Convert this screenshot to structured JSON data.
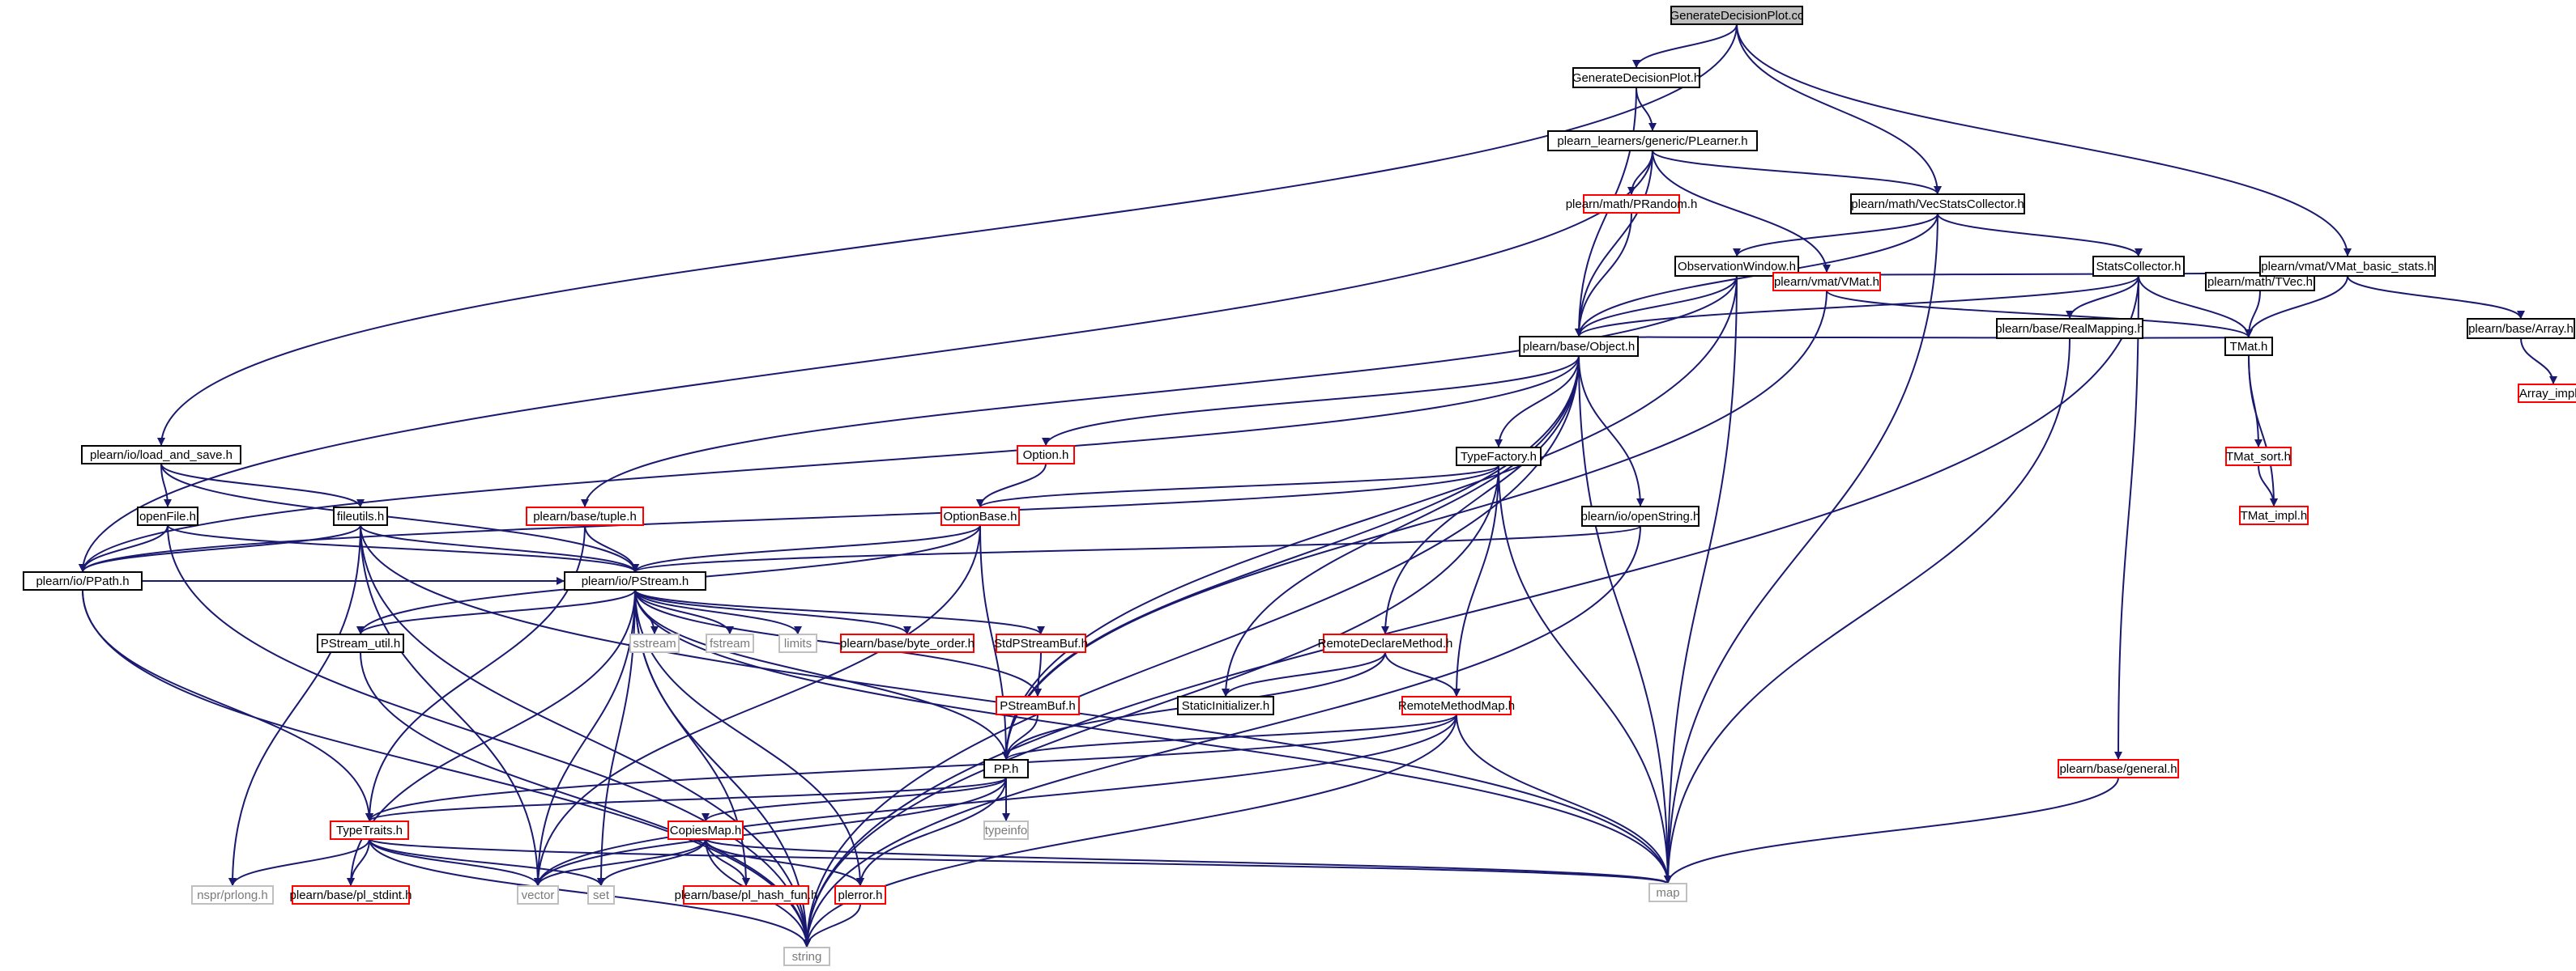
{
  "colors": {
    "edge": "#191970",
    "border_normal": "#000000",
    "border_red": "#ff0000",
    "border_gray": "#bfbfbf",
    "root_fill": "#bfbfbf"
  },
  "nodes": [
    {
      "id": "root",
      "label": "GenerateDecisionPlot.cc",
      "style": "root"
    },
    {
      "id": "gdp_h",
      "label": "GenerateDecisionPlot.h",
      "style": "normal"
    },
    {
      "id": "plearner",
      "label": "plearn_learners/generic/PLearner.h",
      "style": "normal"
    },
    {
      "id": "prandom",
      "label": "plearn/math/PRandom.h",
      "style": "red"
    },
    {
      "id": "vecstats",
      "label": "plearn/math/VecStatsCollector.h",
      "style": "normal"
    },
    {
      "id": "obswin",
      "label": "ObservationWindow.h",
      "style": "normal"
    },
    {
      "id": "vmat",
      "label": "plearn/vmat/VMat.h",
      "style": "red"
    },
    {
      "id": "statscoll",
      "label": "StatsCollector.h",
      "style": "normal"
    },
    {
      "id": "realmap",
      "label": "plearn/base/RealMapping.h",
      "style": "normal"
    },
    {
      "id": "tvec",
      "label": "plearn/math/TVec.h",
      "style": "normal"
    },
    {
      "id": "vmatbasic",
      "label": "plearn/vmat/VMat_basic_stats.h",
      "style": "normal"
    },
    {
      "id": "array",
      "label": "plearn/base/Array.h",
      "style": "normal"
    },
    {
      "id": "arrayimpl",
      "label": "Array_impl.h",
      "style": "red"
    },
    {
      "id": "tmat",
      "label": "TMat.h",
      "style": "normal"
    },
    {
      "id": "tmatsort",
      "label": "TMat_sort.h",
      "style": "red"
    },
    {
      "id": "tmatimpl",
      "label": "TMat_impl.h",
      "style": "red"
    },
    {
      "id": "object",
      "label": "plearn/base/Object.h",
      "style": "normal"
    },
    {
      "id": "loadsave",
      "label": "plearn/io/load_and_save.h",
      "style": "normal"
    },
    {
      "id": "option",
      "label": "Option.h",
      "style": "red"
    },
    {
      "id": "typefactory",
      "label": "TypeFactory.h",
      "style": "normal"
    },
    {
      "id": "openfile",
      "label": "openFile.h",
      "style": "normal"
    },
    {
      "id": "fileutils",
      "label": "fileutils.h",
      "style": "normal"
    },
    {
      "id": "tuple",
      "label": "plearn/base/tuple.h",
      "style": "red"
    },
    {
      "id": "optionbase",
      "label": "OptionBase.h",
      "style": "red"
    },
    {
      "id": "openstring",
      "label": "plearn/io/openString.h",
      "style": "normal"
    },
    {
      "id": "ppath",
      "label": "plearn/io/PPath.h",
      "style": "normal"
    },
    {
      "id": "pstream",
      "label": "plearn/io/PStream.h",
      "style": "normal"
    },
    {
      "id": "pstreamutil",
      "label": "PStream_util.h",
      "style": "normal"
    },
    {
      "id": "sstream",
      "label": "sstream",
      "style": "gray"
    },
    {
      "id": "fstream",
      "label": "fstream",
      "style": "gray"
    },
    {
      "id": "limits",
      "label": "limits",
      "style": "gray"
    },
    {
      "id": "byteorder",
      "label": "plearn/base/byte_order.h",
      "style": "red"
    },
    {
      "id": "stdpsb",
      "label": "StdPStreamBuf.h",
      "style": "red"
    },
    {
      "id": "pstreambuf",
      "label": "PStreamBuf.h",
      "style": "red"
    },
    {
      "id": "remotedecl",
      "label": "RemoteDeclareMethod.h",
      "style": "red"
    },
    {
      "id": "staticinit",
      "label": "StaticInitializer.h",
      "style": "normal"
    },
    {
      "id": "remotemethodmap",
      "label": "RemoteMethodMap.h",
      "style": "red"
    },
    {
      "id": "general",
      "label": "plearn/base/general.h",
      "style": "red"
    },
    {
      "id": "pp",
      "label": "PP.h",
      "style": "normal"
    },
    {
      "id": "typeinfo",
      "label": "typeinfo",
      "style": "gray"
    },
    {
      "id": "typetraits",
      "label": "TypeTraits.h",
      "style": "red"
    },
    {
      "id": "copiesmap",
      "label": "CopiesMap.h",
      "style": "red"
    },
    {
      "id": "nsprlong",
      "label": "nspr/prlong.h",
      "style": "gray"
    },
    {
      "id": "plstdint",
      "label": "plearn/base/pl_stdint.h",
      "style": "red"
    },
    {
      "id": "vector",
      "label": "vector",
      "style": "gray"
    },
    {
      "id": "set",
      "label": "set",
      "style": "gray"
    },
    {
      "id": "plhash",
      "label": "plearn/base/pl_hash_fun.h",
      "style": "red"
    },
    {
      "id": "plerror",
      "label": "plerror.h",
      "style": "red"
    },
    {
      "id": "map",
      "label": "map",
      "style": "gray"
    },
    {
      "id": "string",
      "label": "string",
      "style": "gray"
    }
  ],
  "edges": [
    [
      "root",
      "gdp_h"
    ],
    [
      "root",
      "vecstats"
    ],
    [
      "root",
      "vmatbasic"
    ],
    [
      "root",
      "loadsave"
    ],
    [
      "gdp_h",
      "plearner"
    ],
    [
      "gdp_h",
      "object"
    ],
    [
      "plearner",
      "prandom"
    ],
    [
      "plearner",
      "vecstats"
    ],
    [
      "plearner",
      "object"
    ],
    [
      "plearner",
      "vmat"
    ],
    [
      "plearner",
      "ppath"
    ],
    [
      "prandom",
      "object"
    ],
    [
      "vecstats",
      "obswin"
    ],
    [
      "vecstats",
      "statscoll"
    ],
    [
      "vecstats",
      "object"
    ],
    [
      "vecstats",
      "map"
    ],
    [
      "obswin",
      "tvec"
    ],
    [
      "obswin",
      "object"
    ],
    [
      "obswin",
      "tuple"
    ],
    [
      "obswin",
      "pp"
    ],
    [
      "obswin",
      "map"
    ],
    [
      "vmat",
      "tmat"
    ],
    [
      "vmat",
      "pp"
    ],
    [
      "statscoll",
      "realmap"
    ],
    [
      "statscoll",
      "tmat"
    ],
    [
      "statscoll",
      "object"
    ],
    [
      "statscoll",
      "general"
    ],
    [
      "statscoll",
      "string"
    ],
    [
      "realmap",
      "object"
    ],
    [
      "realmap",
      "tmat"
    ],
    [
      "realmap",
      "map"
    ],
    [
      "tvec",
      "tmat"
    ],
    [
      "vmatbasic",
      "tvec"
    ],
    [
      "vmatbasic",
      "tmat"
    ],
    [
      "vmatbasic",
      "array"
    ],
    [
      "array",
      "arrayimpl"
    ],
    [
      "tmat",
      "tmatsort"
    ],
    [
      "tmat",
      "tmatimpl"
    ],
    [
      "tmatsort",
      "tmatimpl"
    ],
    [
      "object",
      "option"
    ],
    [
      "object",
      "typefactory"
    ],
    [
      "object",
      "openstring"
    ],
    [
      "object",
      "remotedecl"
    ],
    [
      "object",
      "staticinit"
    ],
    [
      "object",
      "pp"
    ],
    [
      "object",
      "map"
    ],
    [
      "object",
      "string"
    ],
    [
      "object",
      "ppath"
    ],
    [
      "loadsave",
      "openfile"
    ],
    [
      "loadsave",
      "fileutils"
    ],
    [
      "loadsave",
      "pstream"
    ],
    [
      "option",
      "optionbase"
    ],
    [
      "typefactory",
      "optionbase"
    ],
    [
      "typefactory",
      "remotemethodmap"
    ],
    [
      "typefactory",
      "map"
    ],
    [
      "typefactory",
      "string"
    ],
    [
      "typefactory",
      "ppath"
    ],
    [
      "openfile",
      "ppath"
    ],
    [
      "openfile",
      "pstream"
    ],
    [
      "openfile",
      "string"
    ],
    [
      "fileutils",
      "ppath"
    ],
    [
      "fileutils",
      "pstream"
    ],
    [
      "fileutils",
      "string"
    ],
    [
      "fileutils",
      "vector"
    ],
    [
      "fileutils",
      "nsprlong"
    ],
    [
      "fileutils",
      "map"
    ],
    [
      "tuple",
      "pstream"
    ],
    [
      "tuple",
      "typetraits"
    ],
    [
      "optionbase",
      "pstream"
    ],
    [
      "optionbase",
      "pp"
    ],
    [
      "optionbase",
      "pstreamutil"
    ],
    [
      "optionbase",
      "vector"
    ],
    [
      "openstring",
      "pstream"
    ],
    [
      "openstring",
      "string"
    ],
    [
      "ppath",
      "pstream"
    ],
    [
      "ppath",
      "typetraits"
    ],
    [
      "ppath",
      "string"
    ],
    [
      "pstream",
      "pstreamutil"
    ],
    [
      "pstream",
      "sstream"
    ],
    [
      "pstream",
      "fstream"
    ],
    [
      "pstream",
      "limits"
    ],
    [
      "pstream",
      "byteorder"
    ],
    [
      "pstream",
      "stdpsb"
    ],
    [
      "pstream",
      "pstreambuf"
    ],
    [
      "pstream",
      "pp"
    ],
    [
      "pstream",
      "map"
    ],
    [
      "pstream",
      "vector"
    ],
    [
      "pstream",
      "set"
    ],
    [
      "pstream",
      "plhash"
    ],
    [
      "pstream",
      "plerror"
    ],
    [
      "pstream",
      "plstdint"
    ],
    [
      "pstream",
      "string"
    ],
    [
      "pstreamutil",
      "string"
    ],
    [
      "stdpsb",
      "pstreambuf"
    ],
    [
      "pstreambuf",
      "pp"
    ],
    [
      "remotedecl",
      "staticinit"
    ],
    [
      "remotedecl",
      "remotemethodmap"
    ],
    [
      "remotedecl",
      "pp"
    ],
    [
      "remotemethodmap",
      "pp"
    ],
    [
      "remotemethodmap",
      "map"
    ],
    [
      "remotemethodmap",
      "string"
    ],
    [
      "remotemethodmap",
      "vector"
    ],
    [
      "remotemethodmap",
      "typetraits"
    ],
    [
      "general",
      "map"
    ],
    [
      "pp",
      "typeinfo"
    ],
    [
      "pp",
      "typetraits"
    ],
    [
      "pp",
      "copiesmap"
    ],
    [
      "pp",
      "plerror"
    ],
    [
      "pp",
      "vector"
    ],
    [
      "typetraits",
      "nsprlong"
    ],
    [
      "typetraits",
      "plstdint"
    ],
    [
      "typetraits",
      "vector"
    ],
    [
      "typetraits",
      "set"
    ],
    [
      "typetraits",
      "map"
    ],
    [
      "typetraits",
      "string"
    ],
    [
      "copiesmap",
      "plhash"
    ],
    [
      "copiesmap",
      "plerror"
    ],
    [
      "copiesmap",
      "map"
    ],
    [
      "copiesmap",
      "vector"
    ],
    [
      "copiesmap",
      "set"
    ],
    [
      "copiesmap",
      "string"
    ],
    [
      "plerror",
      "string"
    ]
  ]
}
